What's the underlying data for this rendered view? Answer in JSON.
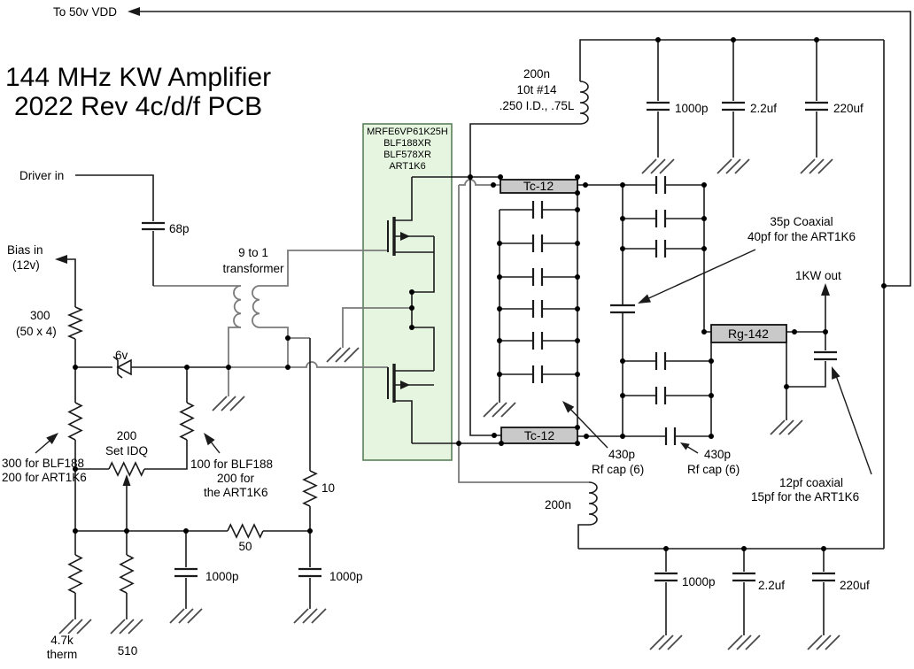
{
  "header": {
    "vdd": "To 50v VDD",
    "title1": "144 MHz KW Amplifier",
    "title2": "2022 Rev 4c/d/f PCB"
  },
  "colors": {
    "device_box_fill": "#e6f5e0",
    "device_box_border": "#5a805a",
    "coax_box_fill": "#c9c9c9",
    "wire": "#1a1a1a",
    "wire_alt": "#7a7a7a"
  },
  "input": {
    "driver": "Driver in",
    "coupling_cap": "68p",
    "xfmr_line1": "9 to 1",
    "xfmr_line2": "transformer",
    "r10": "10",
    "r50": "50",
    "cap1000_left": "1000p",
    "cap1000_right": "1000p"
  },
  "bias": {
    "label1": "Bias in",
    "label2": "(12v)",
    "r_series1": "300",
    "r_series2": "(50 x 4)",
    "zener": "6v",
    "pot1": "200",
    "pot2": "Set IDQ",
    "note_left1": "300 for BLF188",
    "note_left2": "200 for ART1K6",
    "note_right1": "100 for BLF188",
    "note_right2": "200 for",
    "note_right3": "the ART1K6",
    "therm1": "4.7k",
    "therm2": "therm",
    "r510": "510"
  },
  "devices": {
    "line1": "MRFE6VP61K25H",
    "line2": "BLF188XR",
    "line3": "BLF578XR",
    "line4": "ART1K6"
  },
  "supply_top": {
    "ind1": "200n",
    "ind2": "10t #14",
    "ind3": ".250 I.D., .75L",
    "c1": "1000p",
    "c2": "2.2uf",
    "c3": "220uf"
  },
  "supply_bottom": {
    "ind": "200n",
    "c1": "1000p",
    "c2": "2.2uf",
    "c3": "220uf"
  },
  "output": {
    "tc12_top": "Tc-12",
    "tc12_bottom": "Tc-12",
    "rg142": "Rg-142",
    "coax35_1": "35p Coaxial",
    "coax35_2": "40pf for the ART1K6",
    "c430a1": "430p",
    "c430a2": "Rf cap (6)",
    "c430b1": "430p",
    "c430b2": "Rf cap (6)",
    "coax12_1": "12pf coaxial",
    "coax12_2": "15pf for the ART1K6",
    "out": "1KW out"
  }
}
